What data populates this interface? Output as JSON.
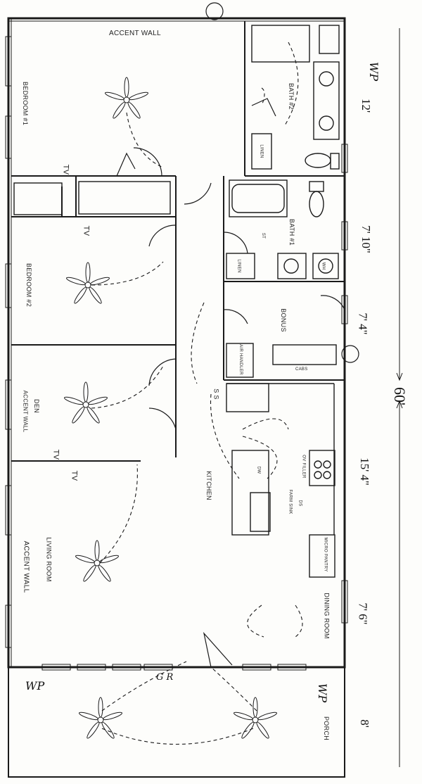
{
  "rooms": {
    "accent_wall_top": "ACCENT WALL",
    "bedroom1": "BEDROOM #1",
    "bedroom2": "BEDROOM #2",
    "den": "DEN",
    "accent_wall_den": "ACCENT WALL",
    "living_room": "LIVING ROOM",
    "accent_wall_living": "ACCENT WALL",
    "bath2": "BATH #2",
    "linen_top": "LINEN",
    "bath1": "BATH #1",
    "linen_bath1": "LINEN",
    "bonus": "BONUS",
    "air_handler": "AIR HANDLER",
    "cabs": "CABS",
    "kitchen": "KITCHEN",
    "dw": "DW",
    "farm_sink": "FARM SINK",
    "micro_pantry": "MICRO PANTRY",
    "dining_room": "DINING ROOM",
    "porch": "PORCH",
    "st": "ST",
    "ds": "DS",
    "wh": "WH"
  },
  "labels": {
    "tv1": "TV",
    "tv2": "TV",
    "tv3": "TV",
    "tv4": "TV",
    "outlet_s": "S S",
    "oven": "OV FILLER"
  },
  "dimensions": {
    "d12": "12'",
    "d7_10": "7' 10\"",
    "d7_4": "7' 4\"",
    "total": "60'",
    "d15_4": "15' 4\"",
    "d7_6": "7' 6\"",
    "d8": "8'"
  },
  "handwriting": {
    "wp_top": "WP",
    "wp_left": "WP",
    "wp_bottom": "WP",
    "marks": "G R"
  },
  "fixtures": {
    "fan_count": 6,
    "icon": "ceiling-fan-icon"
  },
  "colors": {
    "ink": "#1a1a1a",
    "paper": "#fdfdfb"
  }
}
